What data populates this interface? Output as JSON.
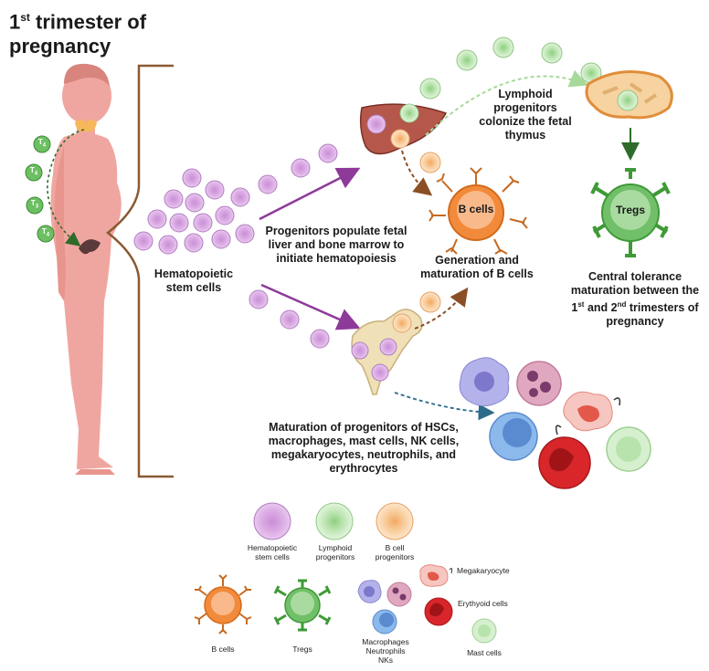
{
  "title": {
    "prefix": "1",
    "sup": "st",
    "rest": " trimester of pregnancy"
  },
  "hormone": "T",
  "hormone_subscripts": [
    "4",
    "4",
    "3",
    "4"
  ],
  "labels": {
    "hsc": "Hematopoietic stem cells",
    "progenitors": "Progenitors populate fetal liver and bone marrow to initiate hematopoiesis",
    "lymphoid": "Lymphoid progenitors colonize the fetal thymus",
    "bcell_gen": "Generation and maturation of B cells",
    "bcells_center": "B cells",
    "tregs_center": "Tregs",
    "tolerance_1": "Central tolerance maturation between the",
    "tolerance_2a": "1",
    "tolerance_2sup1": "st",
    "tolerance_2b": " and 2",
    "tolerance_2sup2": "nd",
    "tolerance_2c": " trimesters of",
    "tolerance_3": "pregnancy",
    "maturation": "Maturation of progenitors of HSCs, macrophages, mast cells, NK cells, megakaryocytes, neutrophils, and erythrocytes"
  },
  "legend": {
    "hsc": "Hematopoietic stem cells",
    "lymphoid": "Lymphoid progenitors",
    "bcell_prog": "B cell progenitors",
    "megakaryocyte": "Megakaryocyte",
    "erythroid": "Erythyoid cells",
    "bcells": "B cells",
    "tregs": "Tregs",
    "mac_neu_nk": "Macrophages Neutrophils NKs",
    "mast": "Mast cells"
  },
  "colors": {
    "hsc_fill": "#d9a6e0",
    "hsc_stroke": "#b07cc2",
    "lymphoid_fill": "#d6f0cf",
    "lymphoid_core": "#a6d99a",
    "bprog_fill": "#fbd9b3",
    "bprog_core": "#f4b57a",
    "bcell": "#f28a3c",
    "treg": "#72bf6a",
    "arrow_purple": "#8e3a9a",
    "arrow_brown": "#9a5a2a",
    "arrow_green_dash": "#a6d99a",
    "arrow_blue_dash": "#2d6b8a",
    "body": "#f0a6a0",
    "bracket": "#8a5a32"
  }
}
